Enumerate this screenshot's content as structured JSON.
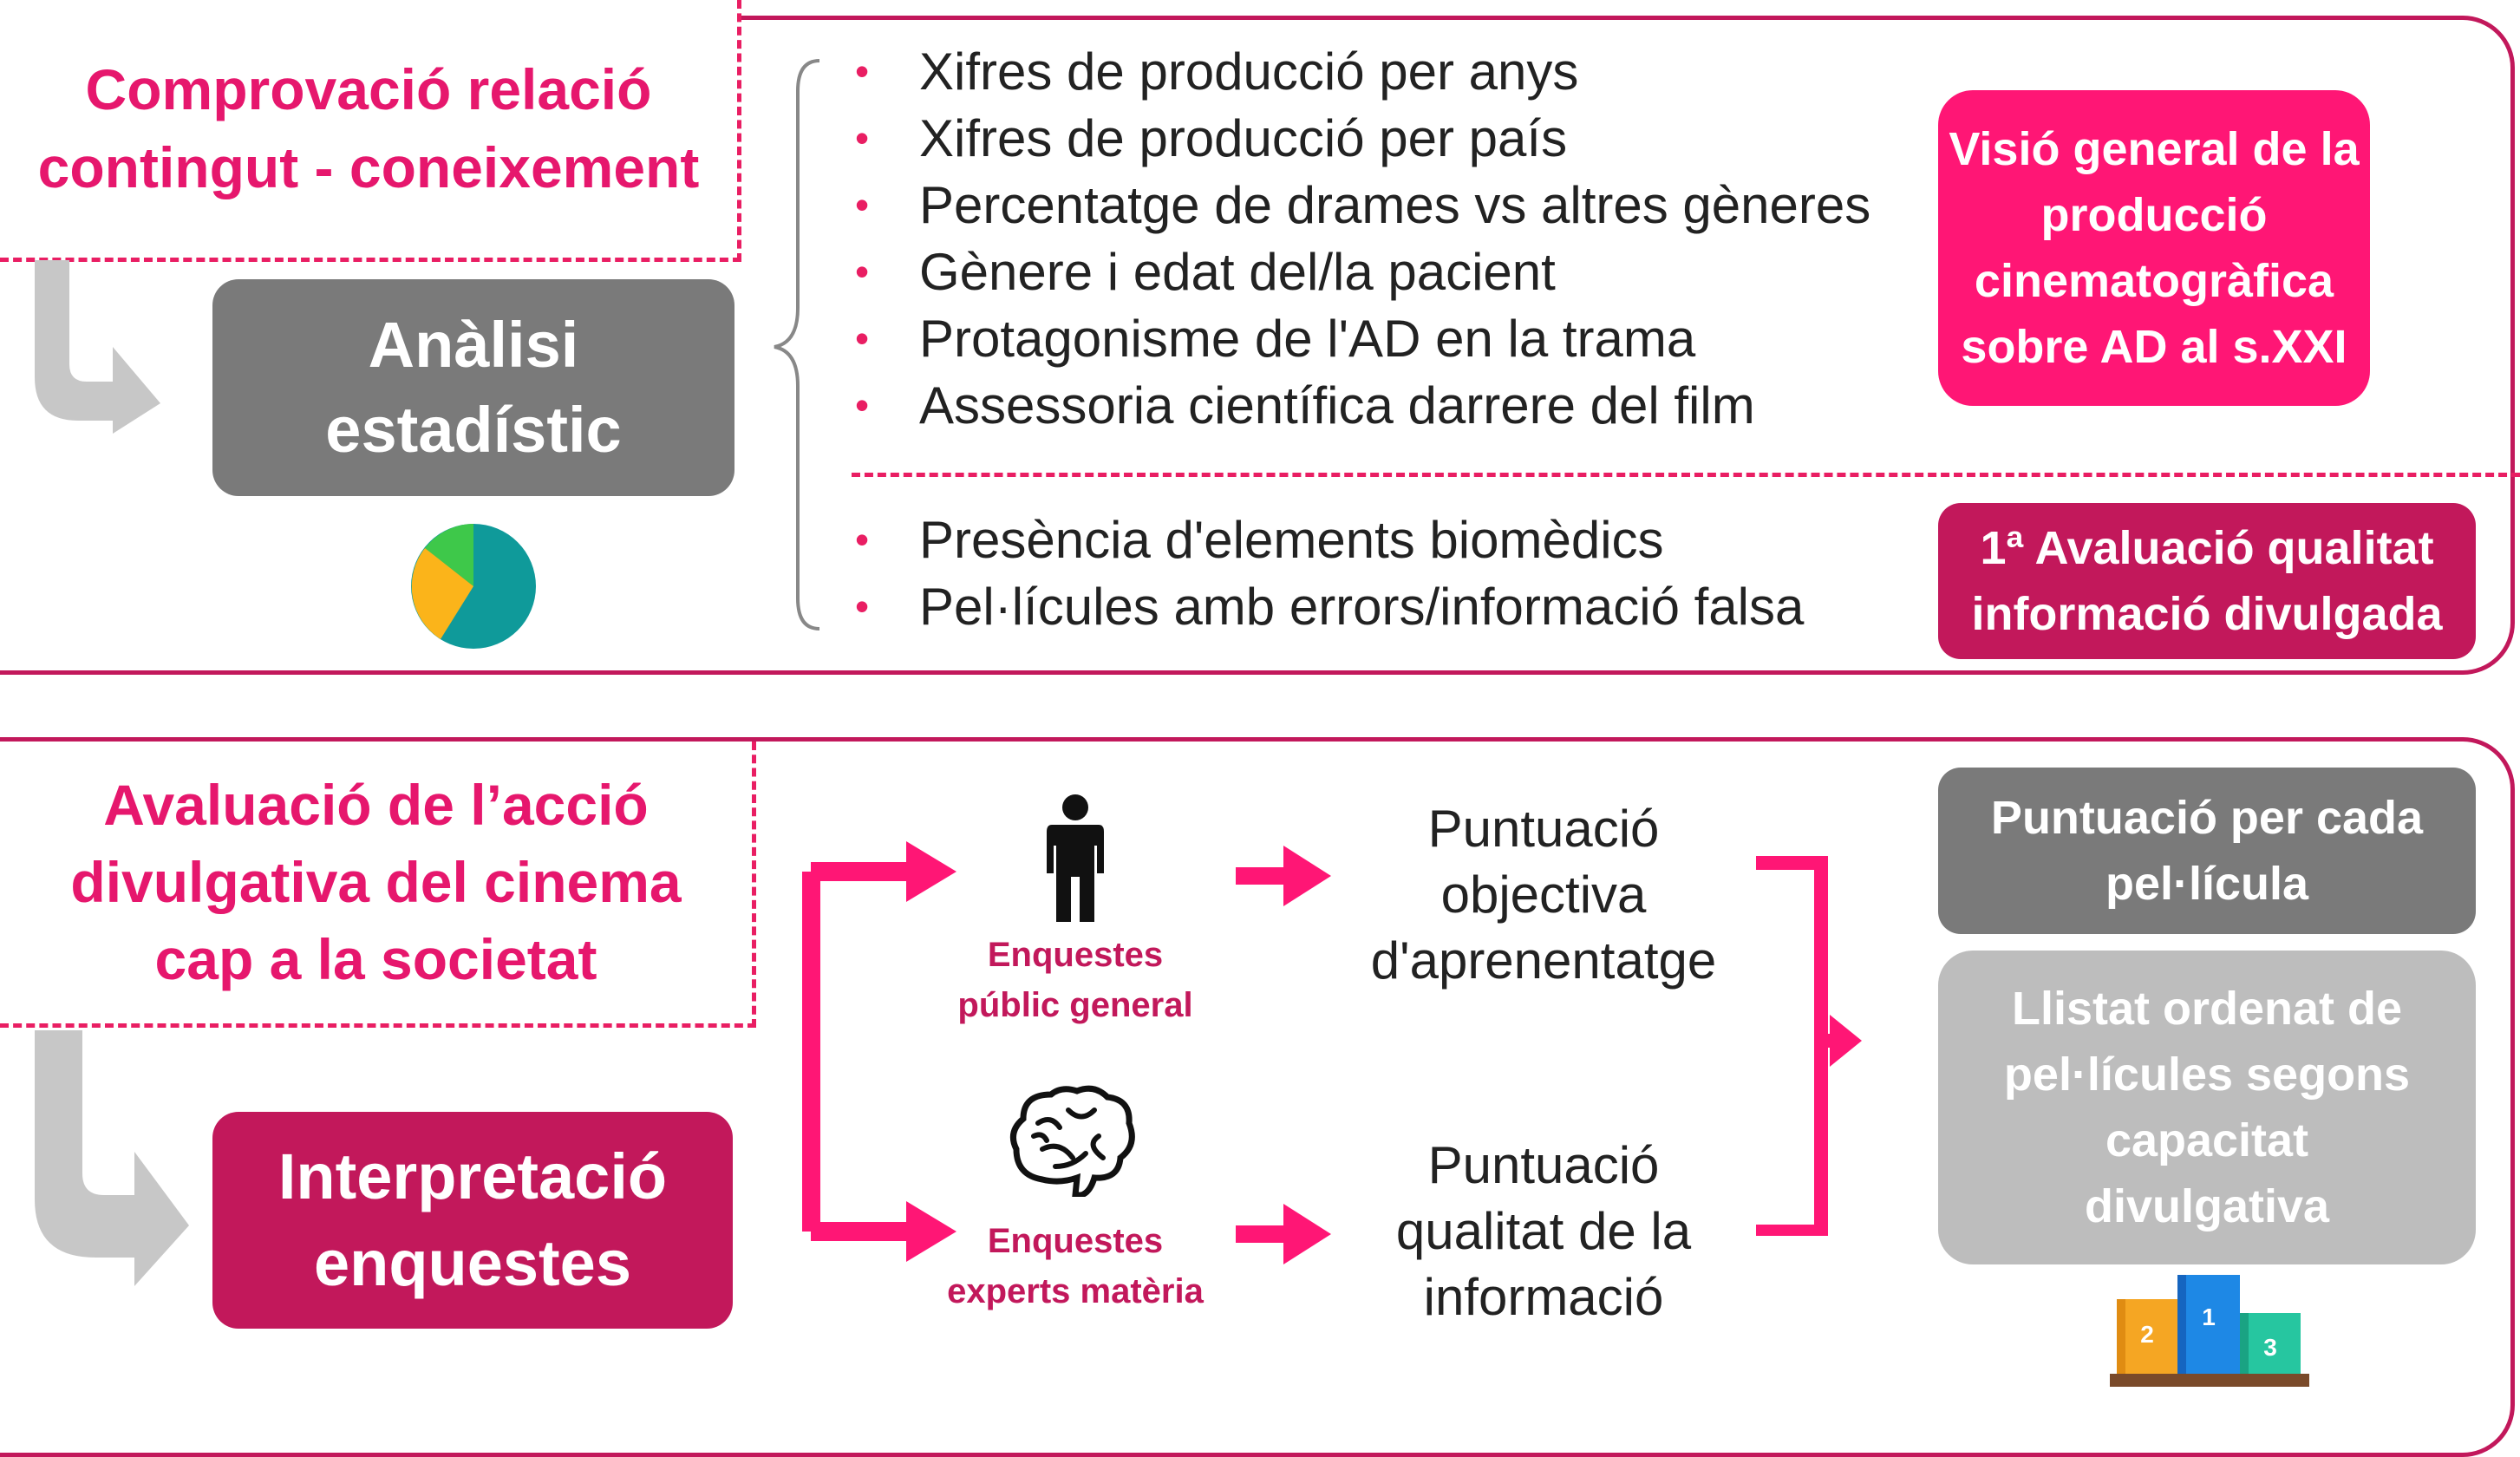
{
  "colors": {
    "magenta": "#c2185b",
    "pink": "#ff1675",
    "dark_gray": "#7a7a7a",
    "light_gray": "#bdbdbd",
    "arrow_gray": "#c7c7c7"
  },
  "top": {
    "heading": [
      "Comprovació relació",
      "contingut - coneixement"
    ],
    "analysis_box": [
      "Anàlisi",
      "estadístic"
    ],
    "pie_icon": "pie-chart-icon",
    "bullets_main": [
      "Xifres de producció per anys",
      "Xifres de producció per país",
      "Percentatge de drames vs altres gèneres",
      "Gènere i edat del/la pacient",
      "Protagonisme de l'AD en la trama",
      "Assessoria científica darrere del film"
    ],
    "bullets_quality": [
      "Presència d'elements biomèdics",
      "Pel·lícules amb errors/informació falsa"
    ],
    "result_overview": [
      "Visió general de la",
      "producció",
      "cinematogràfica",
      "sobre AD al s.XXI"
    ],
    "result_quality": [
      "1ª Avaluació qualitat",
      "informació divulgada"
    ]
  },
  "bottom": {
    "heading": [
      "Avaluació de l’acció",
      "divulgativa del cinema",
      "cap a la societat"
    ],
    "interpret_box": [
      "Interpretació",
      "enquestes"
    ],
    "survey_public": {
      "icon": "person-icon",
      "label": [
        "Enquestes",
        "públic general"
      ]
    },
    "survey_experts": {
      "icon": "brain-icon",
      "label": [
        "Enquestes",
        "experts matèria"
      ]
    },
    "score_learning": [
      "Puntuació",
      "objectiva",
      "d'aprenentatge"
    ],
    "score_quality": [
      "Puntuació",
      "qualitat de la",
      "informació"
    ],
    "result_score": [
      "Puntuació per cada",
      "pel·lícula"
    ],
    "result_ranking": [
      "Llistat ordenat de",
      "pel·lícules segons",
      "capacitat",
      "divulgativa"
    ],
    "podium": {
      "icon": "podium-icon",
      "places": [
        "2",
        "1",
        "3"
      ]
    }
  }
}
